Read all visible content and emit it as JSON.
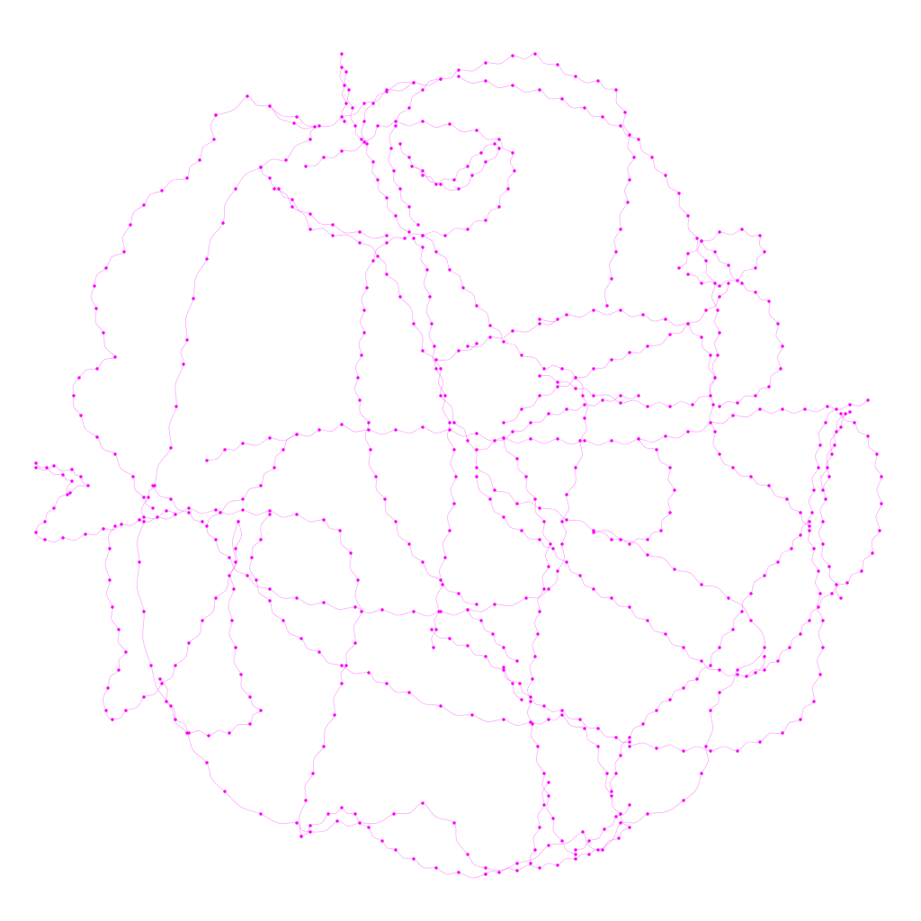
{
  "diagram": {
    "type": "graph-drawing",
    "description_of_style": "single continuous magenta curve with small node dots",
    "node_count_visible_estimate": 420,
    "colors": {
      "background": "#ffffff",
      "curve": "#ff33ff",
      "node": "#ff00ff"
    },
    "labels": []
  }
}
